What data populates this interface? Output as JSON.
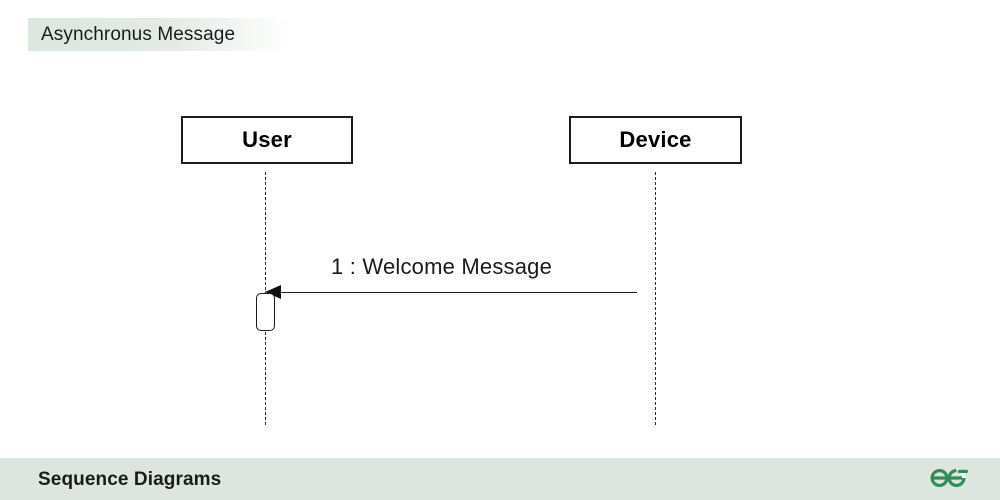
{
  "slide": {
    "title": "Asynchronus Message",
    "footer_title": "Sequence Diagrams",
    "logo_name": "geeksforgeeks-logo"
  },
  "diagram": {
    "type": "uml-sequence-diagram",
    "participants": [
      {
        "id": "user",
        "label": "User"
      },
      {
        "id": "device",
        "label": "Device"
      }
    ],
    "messages": [
      {
        "sequence": "1",
        "label": "1 : Welcome Message",
        "text": "Welcome Message",
        "from": "device",
        "to": "user",
        "kind": "asynchronous",
        "direction": "right-to-left"
      }
    ],
    "activations": [
      {
        "on": "user",
        "after_message": "1"
      }
    ]
  },
  "colors": {
    "title_band": "#dce7df",
    "footer_band": "#dce6de",
    "logo_green": "#2f8d58",
    "stroke": "#1c1c1c",
    "text": "#1b1b1b"
  }
}
